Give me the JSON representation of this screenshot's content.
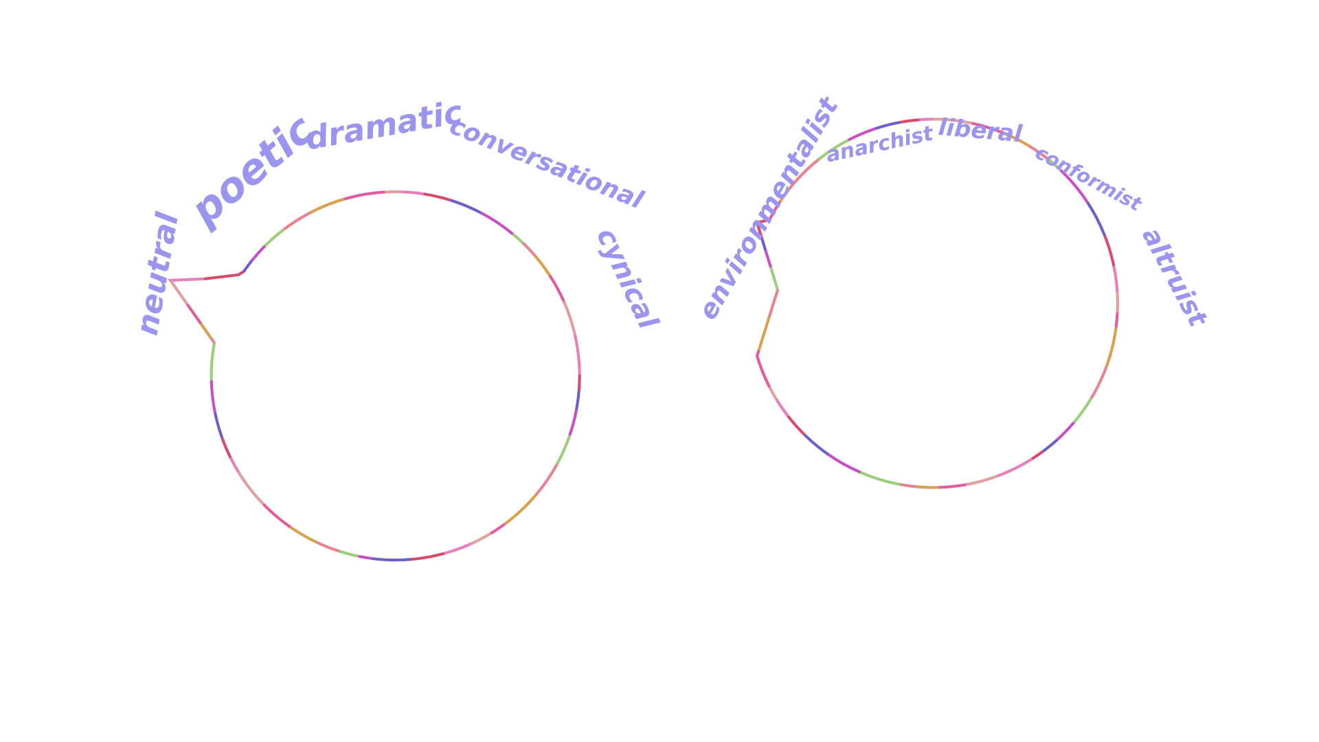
{
  "diagram": {
    "label_color": "#9b95f0",
    "stroke_palette": [
      "#e77fbf",
      "#e8838f",
      "#d94a6a",
      "#d9a24a",
      "#6a5fd0",
      "#e25ba0",
      "#c94fc9",
      "#e0a0a0",
      "#9bd07a"
    ],
    "bubbles": [
      {
        "id": "left",
        "labels": [
          "neutral",
          "poetic",
          "dramatic",
          "conversational",
          "cynical"
        ]
      },
      {
        "id": "right",
        "labels": [
          "environmentalist",
          "anarchist",
          "liberal",
          "conformist",
          "altruist"
        ]
      }
    ]
  }
}
